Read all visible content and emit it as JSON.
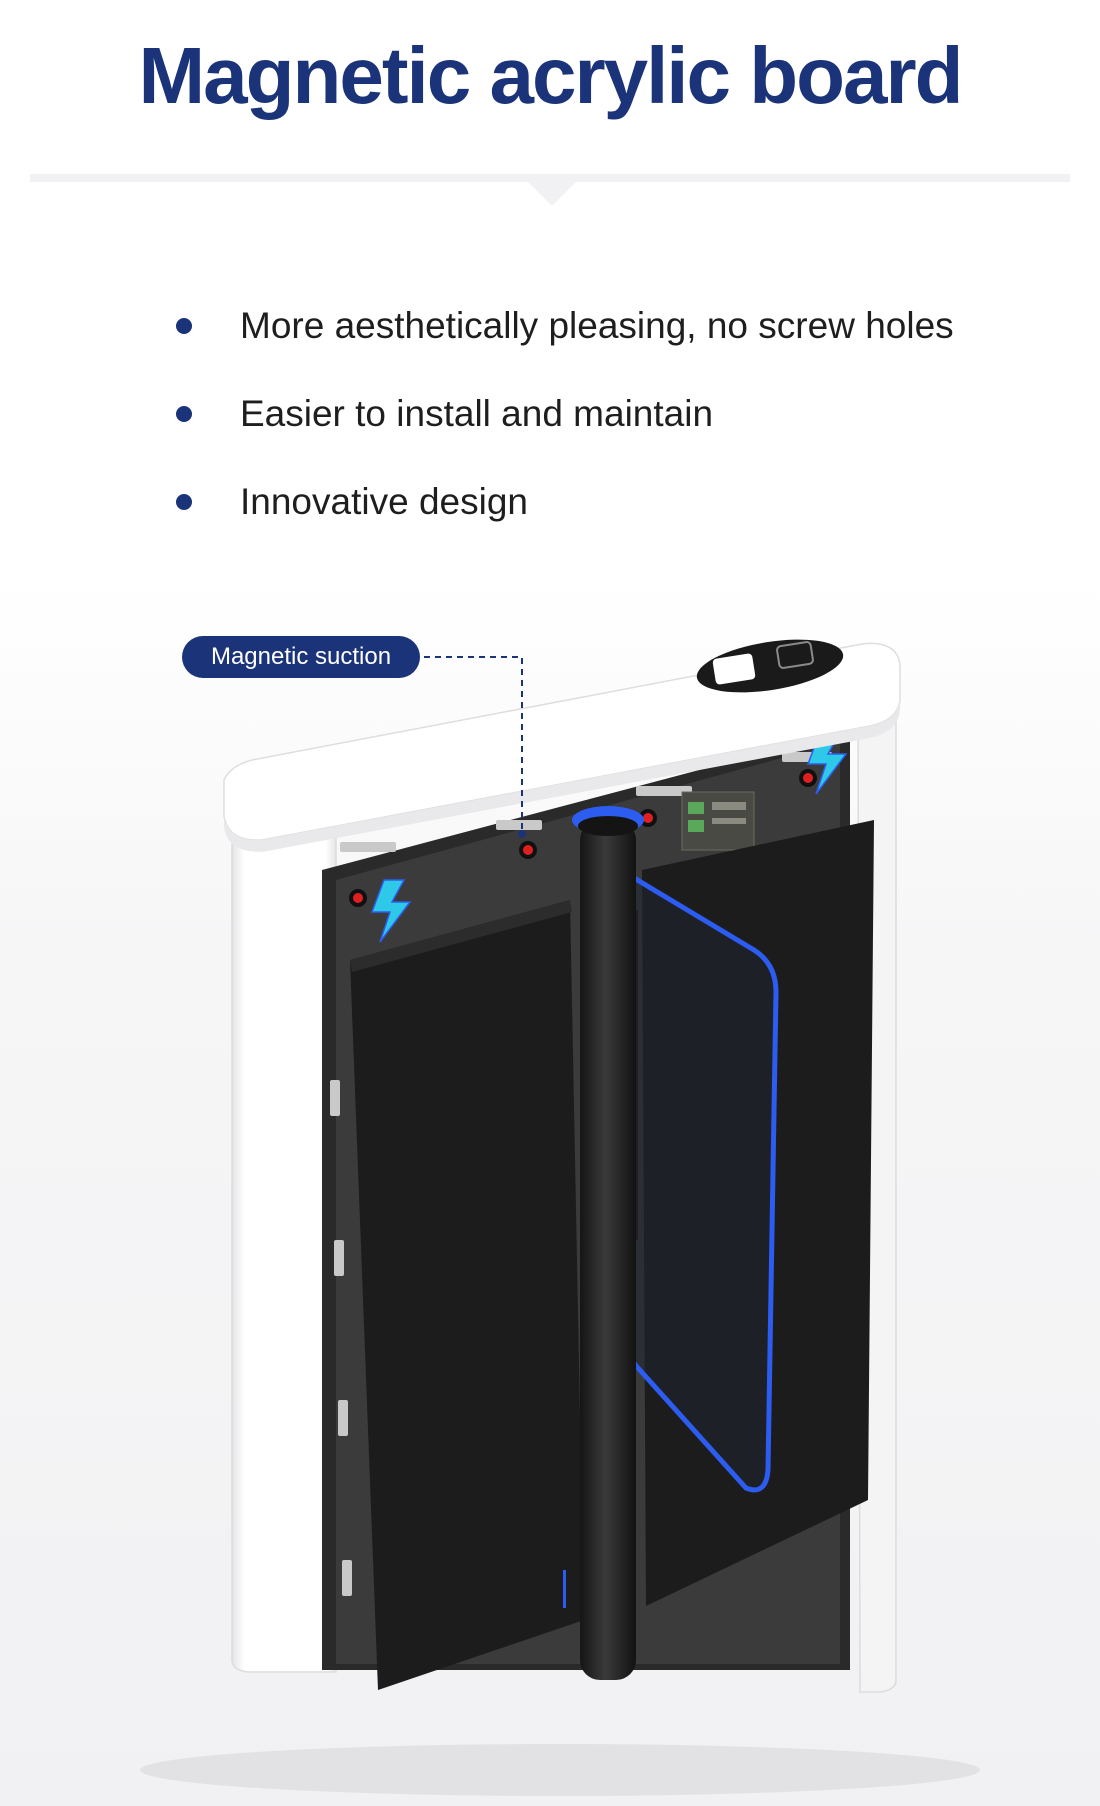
{
  "title": "Magnetic acrylic board",
  "features": [
    "More aesthetically pleasing, no screw holes",
    "Easier to install and maintain",
    "Innovative design"
  ],
  "callout": {
    "label": "Magnetic suction"
  },
  "colors": {
    "brand_navy": "#1b3378",
    "accent_blue": "#2d5cf0",
    "panel_black": "#1c1c1c",
    "body_white": "#ffffff"
  }
}
